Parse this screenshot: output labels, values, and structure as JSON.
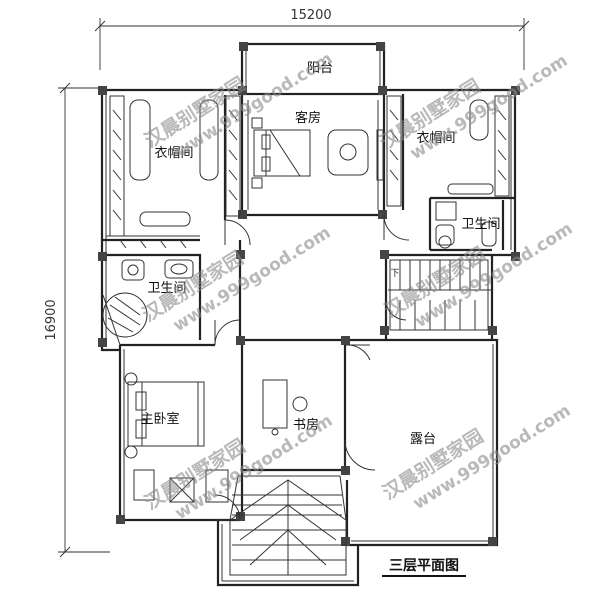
{
  "dimensions": {
    "width": "15200",
    "height": "16900"
  },
  "rooms": {
    "balcony": "阳台",
    "guest_room": "客房",
    "cloakroom_left": "衣帽间",
    "cloakroom_right": "衣帽间",
    "bathroom_left": "卫生间",
    "bathroom_right": "卫生间",
    "master_bedroom": "主卧室",
    "study": "书房",
    "terrace": "露台"
  },
  "stair_mark": "下",
  "plan_title": "三层平面图",
  "watermark": {
    "cn": "汉晨别墅家园",
    "url": "www.999good.com"
  }
}
